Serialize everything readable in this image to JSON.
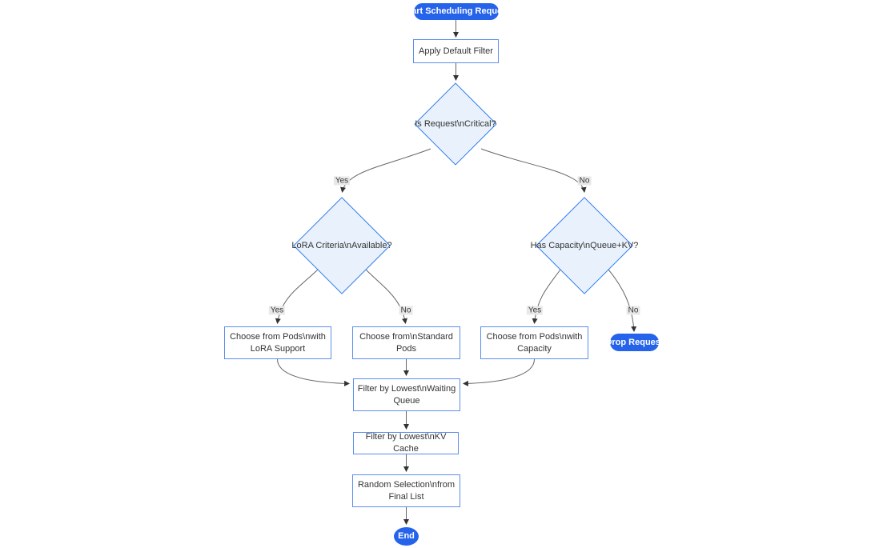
{
  "diagram": {
    "type": "flowchart",
    "nodes": {
      "start": "Start Scheduling Request",
      "apply_default_filter": "Apply Default Filter",
      "is_critical": "Is Request\\nCritical?",
      "lora_criteria": "LoRA Criteria\\nAvailable?",
      "has_capacity": "Has Capacity\\nQueue+KV?",
      "choose_lora_pods": "Choose from Pods\\nwith LoRA Support",
      "choose_standard_pods": "Choose from\\nStandard Pods",
      "choose_capacity_pods": "Choose from Pods\\nwith Capacity",
      "drop_request": "Drop Request",
      "filter_waiting_queue": "Filter by Lowest\\nWaiting Queue",
      "filter_kv_cache": "Filter by Lowest\\nKV Cache",
      "random_selection": "Random Selection\\nfrom Final List",
      "end": "End"
    },
    "edge_labels": {
      "critical_yes": "Yes",
      "critical_no": "No",
      "lora_yes": "Yes",
      "lora_no": "No",
      "capacity_yes": "Yes",
      "capacity_no": "No"
    },
    "colors": {
      "terminal_fill": "#2563eb",
      "terminal_text": "#ffffff",
      "process_fill": "#ffffff",
      "process_border": "#5b8def",
      "decision_fill": "#e9f2fc",
      "decision_border": "#2f7bea",
      "edge_line": "#666666",
      "arrowhead": "#333333",
      "label_background": "#e8e8e8",
      "text": "#333333"
    }
  }
}
